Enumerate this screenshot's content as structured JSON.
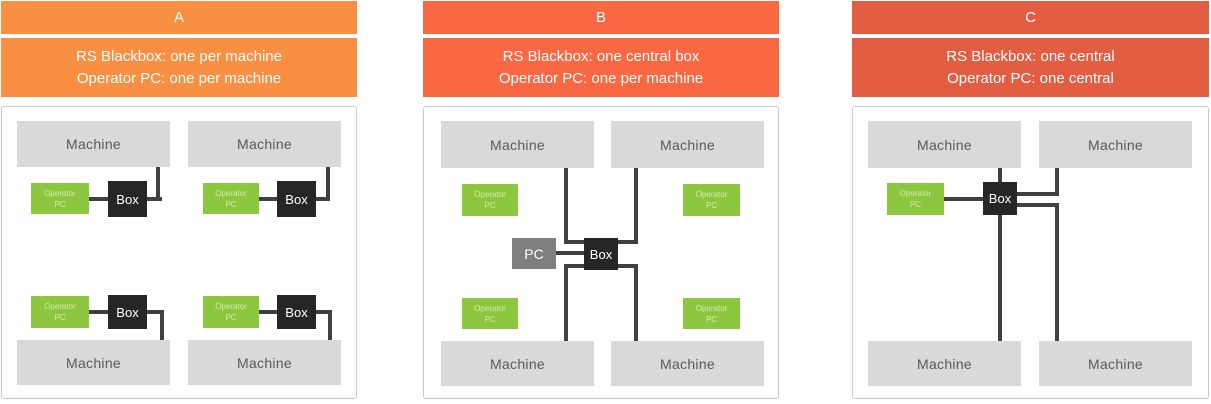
{
  "labels": {
    "machine": "Machine",
    "operator_line1": "Operator",
    "operator_line2": "PC",
    "box": "Box",
    "pc": "PC"
  },
  "panels": [
    {
      "title": "A",
      "subtitle_line1": "RS Blackbox: one per machine",
      "subtitle_line2": "Operator PC: one per machine",
      "header_color": "#F98F43"
    },
    {
      "title": "B",
      "subtitle_line1": "RS Blackbox: one central box",
      "subtitle_line2": "Operator PC: one per machine",
      "header_color": "#F96843"
    },
    {
      "title": "C",
      "subtitle_line1": "RS Blackbox: one central",
      "subtitle_line2": "Operator PC: one central",
      "header_color": "#E25D42"
    }
  ],
  "colors": {
    "panel_a_header": "#F98F43",
    "panel_b_header": "#F96843",
    "panel_c_header": "#E25D42",
    "machine_fill": "#D9D9D9",
    "machine_text": "#595959",
    "operator_pc_fill": "#8DC63F",
    "operator_pc_text": "#D4EBAE",
    "blackbox_fill": "#262626",
    "blackbox_text": "#FFFFFF",
    "central_pc_fill": "#7F7F7F",
    "central_pc_text": "#FFFFFF",
    "connector": "#404040",
    "panel_border": "#C9C9C9",
    "page_background": "#FFFFFF"
  }
}
